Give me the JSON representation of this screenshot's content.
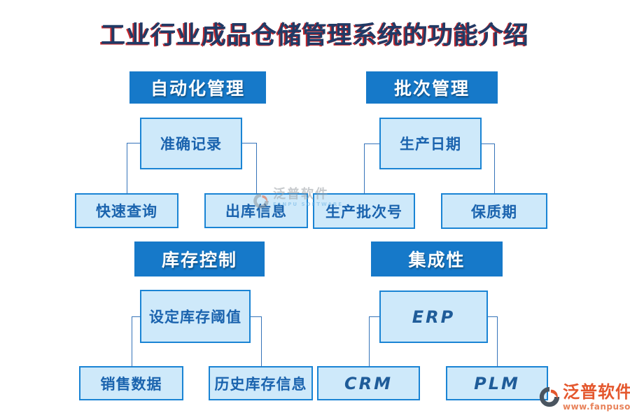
{
  "title": "工业行业成品仓储管理系统的功能介绍",
  "sections": [
    {
      "header": "自动化管理",
      "children": [
        "准确记录",
        "快速查询",
        "出库信息"
      ]
    },
    {
      "header": "批次管理",
      "children": [
        "生产日期",
        "生产批次号",
        "保质期"
      ]
    },
    {
      "header": "库存控制",
      "children": [
        "设定库存阈值",
        "销售数据",
        "历史库存信息"
      ]
    },
    {
      "header": "集成性",
      "children": [
        "ERP",
        "CRM",
        "PLM"
      ]
    }
  ],
  "watermark": {
    "brand": "泛普软件",
    "brand_en": "FANPU SOFTWARE"
  },
  "logo": {
    "brand": "泛普软件",
    "website": "www.fanpusoft.com"
  },
  "colors": {
    "header_bg": "#1679c9",
    "child_bg": "#cee9fa",
    "child_border": "#1a84d4",
    "child_text": "#1a63ae",
    "connector": "#3573b9",
    "title_text": "#203a66",
    "title_shadow_red": "#c3272b",
    "logo_orange": "#e4572d",
    "logo_url_orange": "#e8825a"
  }
}
